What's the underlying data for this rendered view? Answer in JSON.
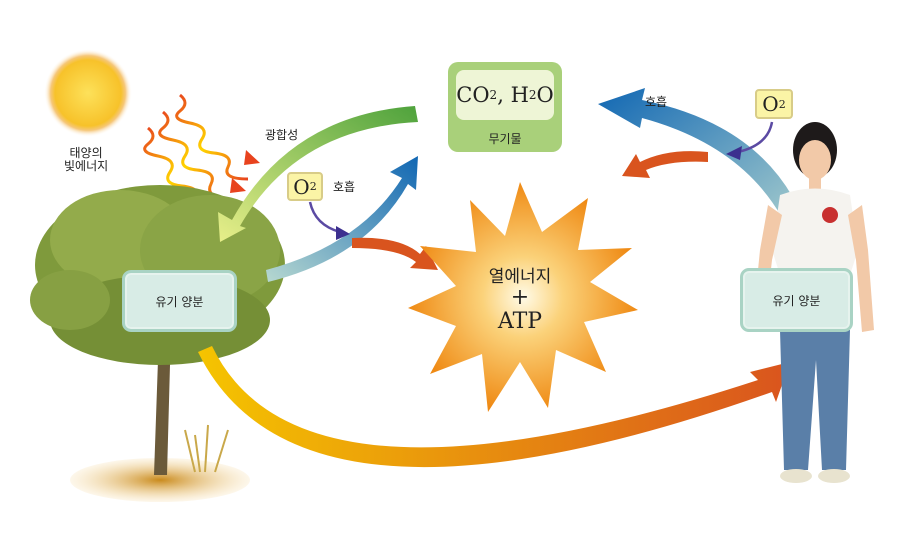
{
  "sun_label_line1": "태양의",
  "sun_label_line2": "빛에너지",
  "photosynthesis_label": "광합성",
  "inorganic": {
    "formula_co2": "CO",
    "sub_co2": "2",
    "sep": ",",
    "formula_h": "H",
    "sub_h": "2",
    "formula_o": "O",
    "label": "무기물"
  },
  "o2_left": {
    "symbol": "O",
    "sub": "2",
    "label": "호흡"
  },
  "o2_right": {
    "symbol": "O",
    "sub": "2",
    "label": "호흡"
  },
  "energy": {
    "line1": "열에너지",
    "plus": "+",
    "line2": "ATP"
  },
  "organic_left": "유기 양분",
  "organic_right": "유기 양분",
  "colors": {
    "green_arrow": "#6ab04c",
    "blue_arrow": "#1a6fb8",
    "orange_arrow": "#d9541e",
    "star": "#f39a1e"
  }
}
